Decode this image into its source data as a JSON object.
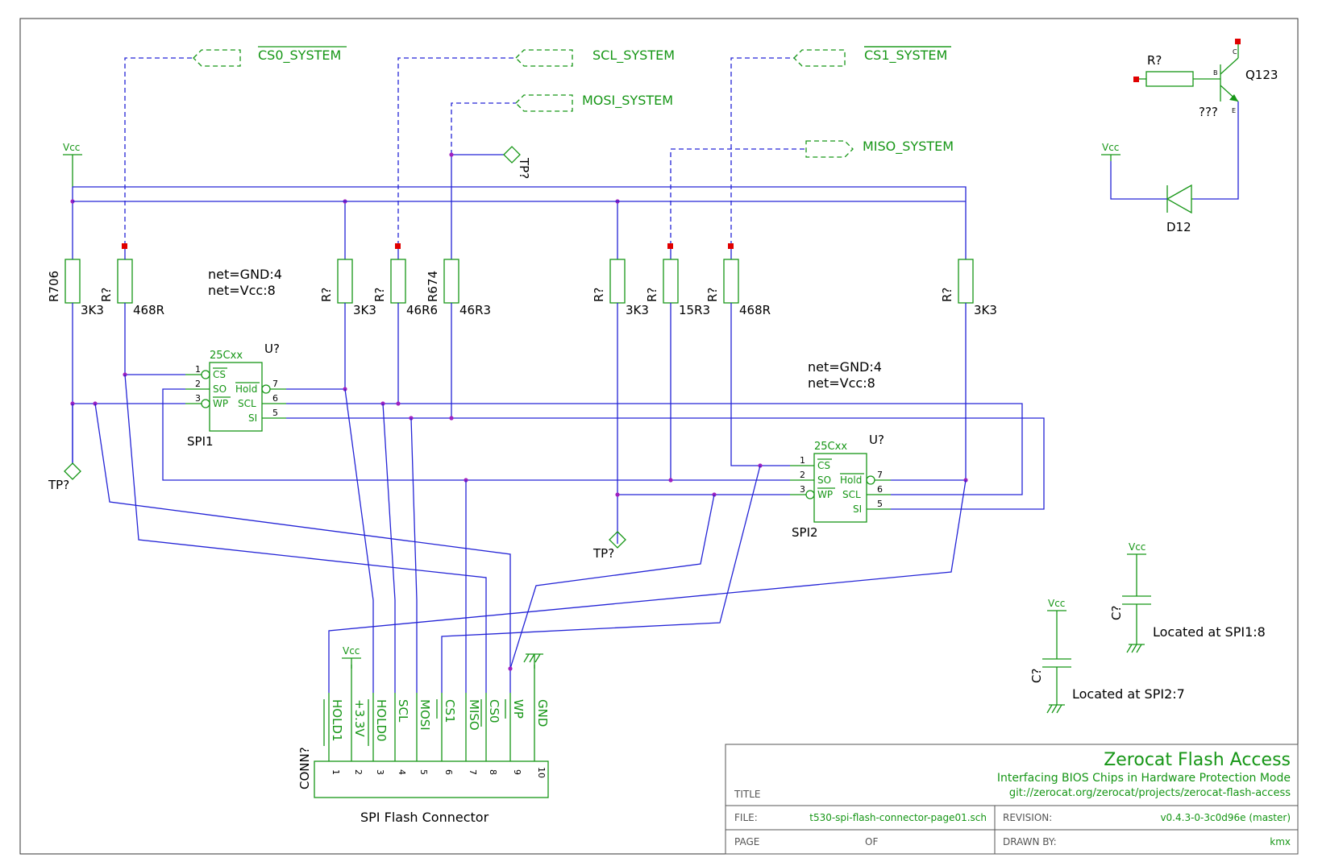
{
  "labels": {
    "cs0_system": "CS0_SYSTEM",
    "scl_system": "SCL_SYSTEM",
    "mosi_system": "MOSI_SYSTEM",
    "cs1_system": "CS1_SYSTEM",
    "miso_system": "MISO_SYSTEM"
  },
  "vcc": "Vcc",
  "testpoint": "TP?",
  "net_note_1a": "net=GND:4",
  "net_note_1b": "net=Vcc:8",
  "net_note_2a": "net=GND:4",
  "net_note_2b": "net=Vcc:8",
  "resistors": [
    {
      "ref": "R706",
      "value": "3K3"
    },
    {
      "ref": "R?",
      "value": "468R"
    },
    {
      "ref": "R?",
      "value": "3K3"
    },
    {
      "ref": "R?",
      "value": "46R6"
    },
    {
      "ref": "R674",
      "value": "46R3"
    },
    {
      "ref": "R?",
      "value": "3K3"
    },
    {
      "ref": "R?",
      "value": "15R3"
    },
    {
      "ref": "R?",
      "value": "468R"
    },
    {
      "ref": "R?",
      "value": "3K3"
    }
  ],
  "chips": [
    {
      "part": "25Cxx",
      "ref": "U?",
      "name": "SPI1"
    },
    {
      "part": "25Cxx",
      "ref": "U?",
      "name": "SPI2"
    }
  ],
  "chip_pins": {
    "left": [
      "CS",
      "SO",
      "WP"
    ],
    "right": [
      "Hold",
      "SCL",
      "SI"
    ],
    "left_nums": [
      "1",
      "2",
      "3"
    ],
    "right_nums": [
      "7",
      "6",
      "5"
    ]
  },
  "transistor": {
    "ref": "Q123",
    "value": "???",
    "b": "B",
    "c": "C",
    "e": "E",
    "base_res": "R?"
  },
  "diode": "D12",
  "caps": [
    {
      "ref": "C?",
      "note": "Located at SPI1:8"
    },
    {
      "ref": "C?",
      "note": "Located at SPI2:7"
    }
  ],
  "connector": {
    "ref": "CONN?",
    "title": "SPI Flash Connector",
    "pins": [
      {
        "num": "1",
        "name": "HOLD1"
      },
      {
        "num": "2",
        "name": "+3.3V"
      },
      {
        "num": "3",
        "name": "HOLD0"
      },
      {
        "num": "4",
        "name": "SCL"
      },
      {
        "num": "5",
        "name": "MOSI"
      },
      {
        "num": "6",
        "name": "CS1"
      },
      {
        "num": "7",
        "name": "MISO"
      },
      {
        "num": "8",
        "name": "CS0"
      },
      {
        "num": "9",
        "name": "WP"
      },
      {
        "num": "10",
        "name": "GND"
      }
    ]
  },
  "titleblock": {
    "project": "Zerocat Flash Access",
    "subtitle": "Interfacing BIOS Chips in Hardware Protection Mode",
    "url": "git://zerocat.org/zerocat/projects/zerocat-flash-access",
    "title_label": "TITLE",
    "file_label": "FILE:",
    "file": "t530-spi-flash-connector-page01.sch",
    "revision_label": "REVISION:",
    "revision": "v0.4.3-0-3c0d96e (master)",
    "page_label": "PAGE",
    "of_label": "OF",
    "drawn_label": "DRAWN BY:",
    "drawn": "kmx"
  }
}
